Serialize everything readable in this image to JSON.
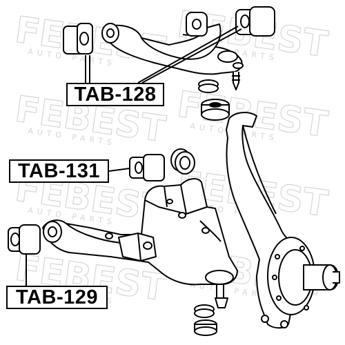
{
  "labels": [
    {
      "id": "tab-128",
      "text": "TAB-128"
    },
    {
      "id": "tab-131",
      "text": "TAB-131"
    },
    {
      "id": "tab-129",
      "text": "TAB-129"
    }
  ],
  "watermark": {
    "brand": "FEBEST",
    "sub": "AUTO PARTS"
  }
}
